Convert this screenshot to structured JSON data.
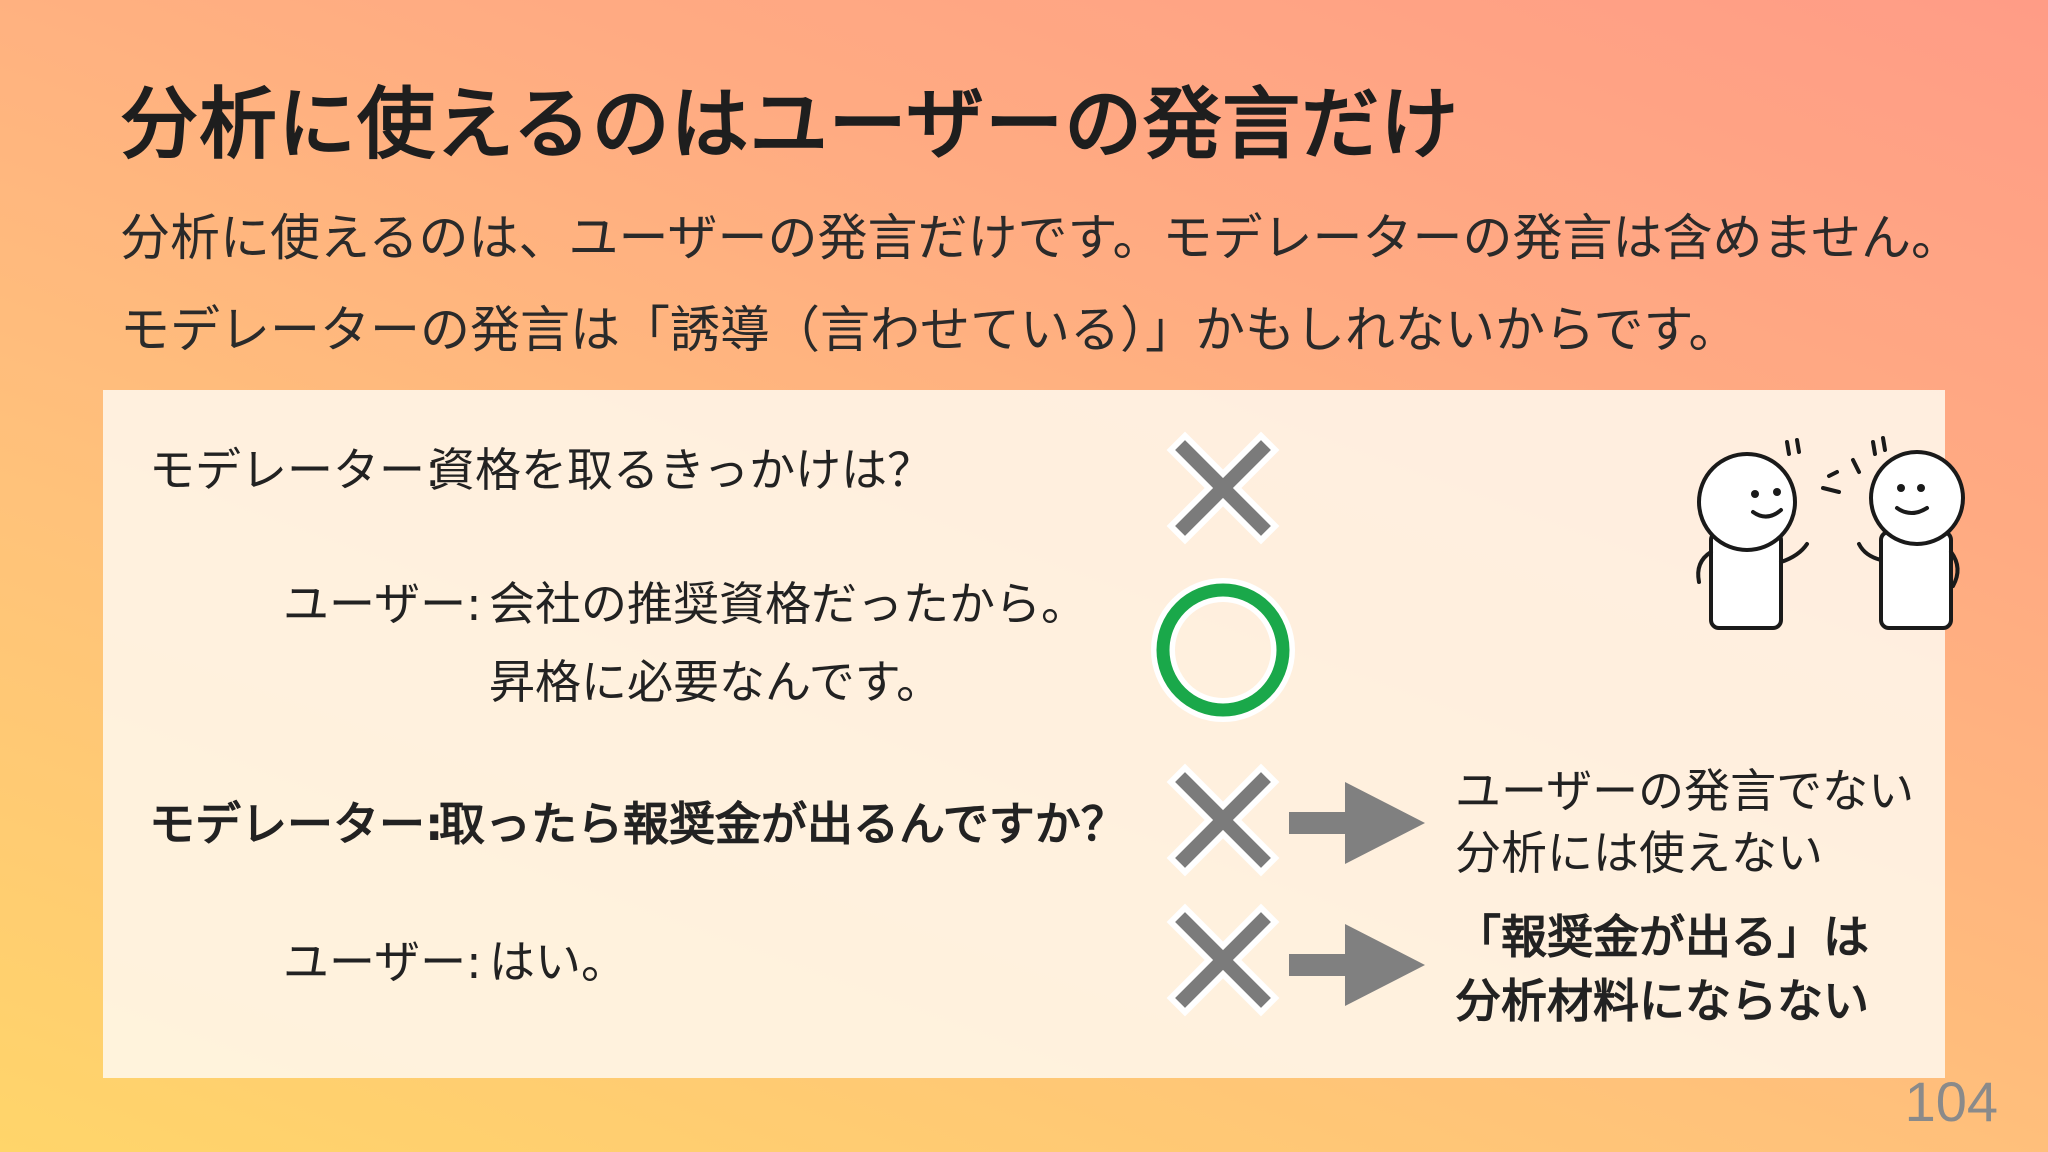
{
  "slide": {
    "title": "分析に使えるのはユーザーの発言だけ",
    "subtitle_line1": "分析に使えるのは、ユーザーの発言だけです。モデレーターの発言は含めません。",
    "subtitle_line2": "モデレーターの発言は「誘導（言わせている）」かもしれないからです。",
    "page_number": "104"
  },
  "dialogue": [
    {
      "speaker": "モデレーター:",
      "lines": [
        "資格を取るきっかけは？"
      ],
      "mark": "cross-icon"
    },
    {
      "speaker": "ユーザー:",
      "lines": [
        "会社の推奨資格だったから。",
        "昇格に必要なんです。"
      ],
      "mark": "circle-icon"
    },
    {
      "speaker": "モデレーター:",
      "lines": [
        "取ったら報奨金が出るんですか？"
      ],
      "mark": "cross-icon"
    },
    {
      "speaker": "ユーザー:",
      "lines": [
        "はい。"
      ],
      "mark": "cross-icon"
    }
  ],
  "notes": {
    "note1_line1": "ユーザーの発言でない",
    "note1_line2": "分析には使えない",
    "note2_line1": "「報奨金が出る」は",
    "note2_line2": "分析材料にならない"
  },
  "colors": {
    "cross": "#7b7b7b",
    "circle": "#1aa84a",
    "arrow": "#808080"
  }
}
